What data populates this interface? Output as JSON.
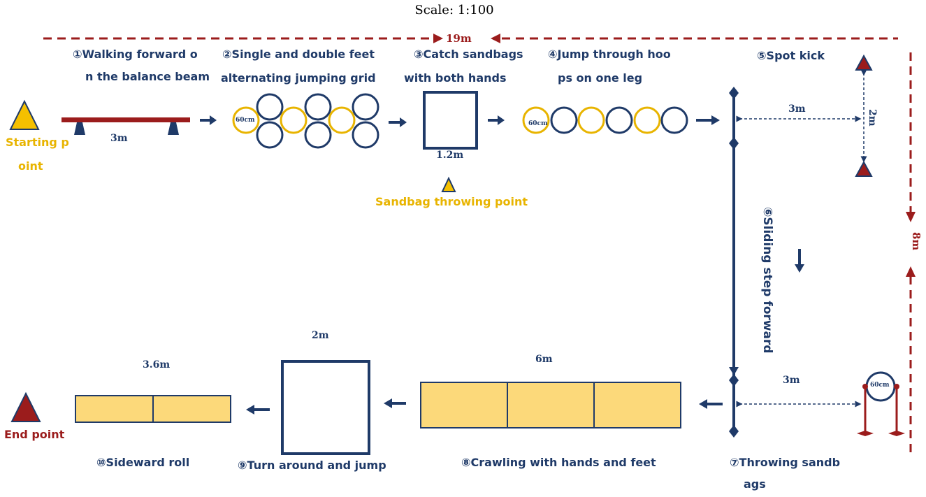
{
  "scale": "Scale:  1:100",
  "total_width": "19m",
  "total_height": "8m",
  "start_point": [
    "Starting p",
    "oint"
  ],
  "end_point": "End point",
  "sandbag_point": "Sandbag throwing point",
  "stations": {
    "s1": [
      "①Walking forward o",
      "n the balance beam"
    ],
    "s2": [
      "②Single and double feet",
      "alternating jumping grid"
    ],
    "s3": [
      "③Catch sandbags",
      "with both hands"
    ],
    "s4": [
      "④Jump through hoo",
      "ps on one leg"
    ],
    "s5": "⑤Spot kick",
    "s6": "⑥Sliding step forward",
    "s7": [
      "⑦Throwing sandb",
      "ags"
    ],
    "s8": "⑧Crawling with hands and feet",
    "s9": "⑨Turn around and jump",
    "s10": "⑩Sideward roll"
  },
  "dims": {
    "beam": "3m",
    "catch_box": "1.2m",
    "spot_kick_h": "3m",
    "spot_kick_v": "2m",
    "throw_h": "3m",
    "crawl": "6m",
    "jump_box": "2m",
    "roll": "3.6m"
  },
  "hoop_size": "60cm",
  "colors": {
    "navy": "#1f3a68",
    "gold": "#e8b400",
    "mat": "#fcd97a",
    "red": "#9b1c1c"
  }
}
